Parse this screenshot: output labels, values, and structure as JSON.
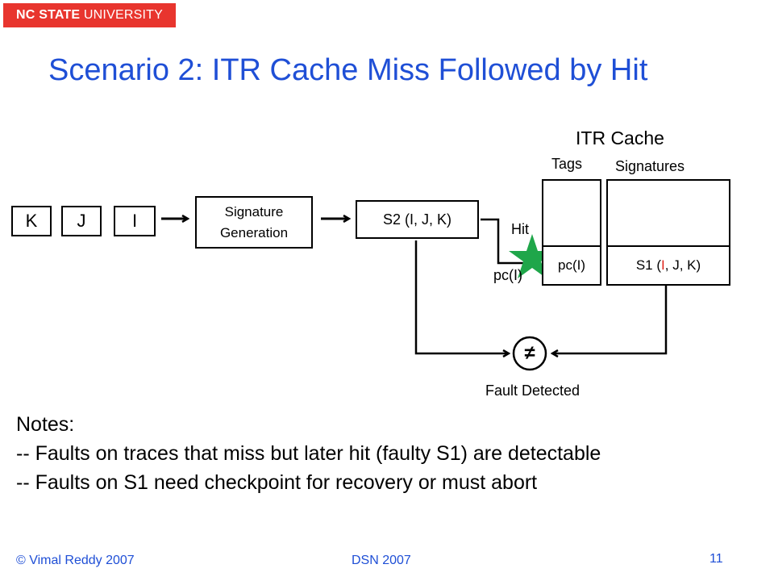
{
  "header": {
    "brand_bold": "NC STATE",
    "brand_rest": " UNIVERSITY",
    "title": "Scenario 2: ITR Cache Miss Followed by Hit"
  },
  "diagram": {
    "queue": [
      "K",
      "J",
      "I"
    ],
    "sig_gen_line1": "Signature",
    "sig_gen_line2": "Generation",
    "s2_label": "S2 (I, J, K)",
    "cache_title": "ITR Cache",
    "tags_label": "Tags",
    "signatures_label": "Signatures",
    "hit_label": "Hit",
    "pc_input": "pc(I)",
    "tag_entry": "pc(I)",
    "sig_entry_prefix": "S1 (",
    "sig_entry_red": "I",
    "sig_entry_suffix": ", J, K)",
    "compare_symbol": "≠",
    "fault_label": "Fault Detected"
  },
  "notes": {
    "heading": "Notes:",
    "line1": "-- Faults on traces that miss but later hit (faulty S1) are detectable",
    "line2": "-- Faults on S1 need checkpoint for recovery or must abort"
  },
  "footer": {
    "author": "© Vimal Reddy 2007",
    "conference": "DSN 2007",
    "page": "11"
  },
  "colors": {
    "brand": "#e8352e",
    "title": "#1f4fd6",
    "hit_star": "#1fa64a",
    "highlight": "#e0221a"
  },
  "icons": {
    "hit": "star-icon",
    "compare": "not-equal-icon"
  }
}
